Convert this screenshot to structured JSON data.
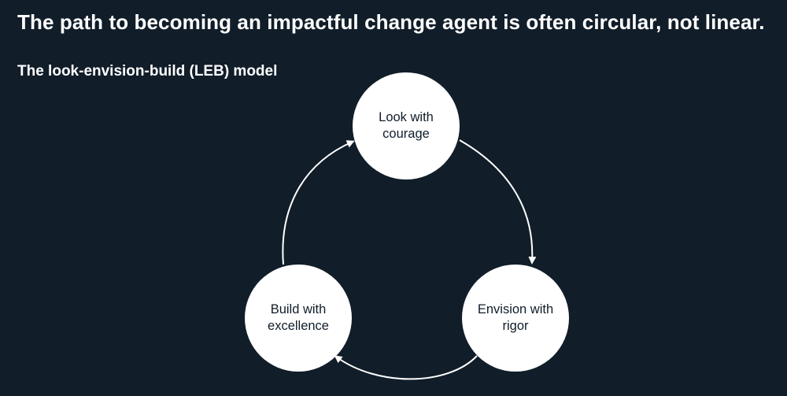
{
  "headline": "The path to becoming an impactful change agent is often circular, not linear.",
  "subtitle": "The look-envision-build (LEB) model",
  "nodes": [
    {
      "label": "Look with courage"
    },
    {
      "label": "Envision with rigor"
    },
    {
      "label": "Build with excellence"
    }
  ],
  "colors": {
    "background": "#111d29",
    "node_fill": "#ffffff",
    "node_text": "#111d29",
    "arrow": "#ffffff"
  }
}
